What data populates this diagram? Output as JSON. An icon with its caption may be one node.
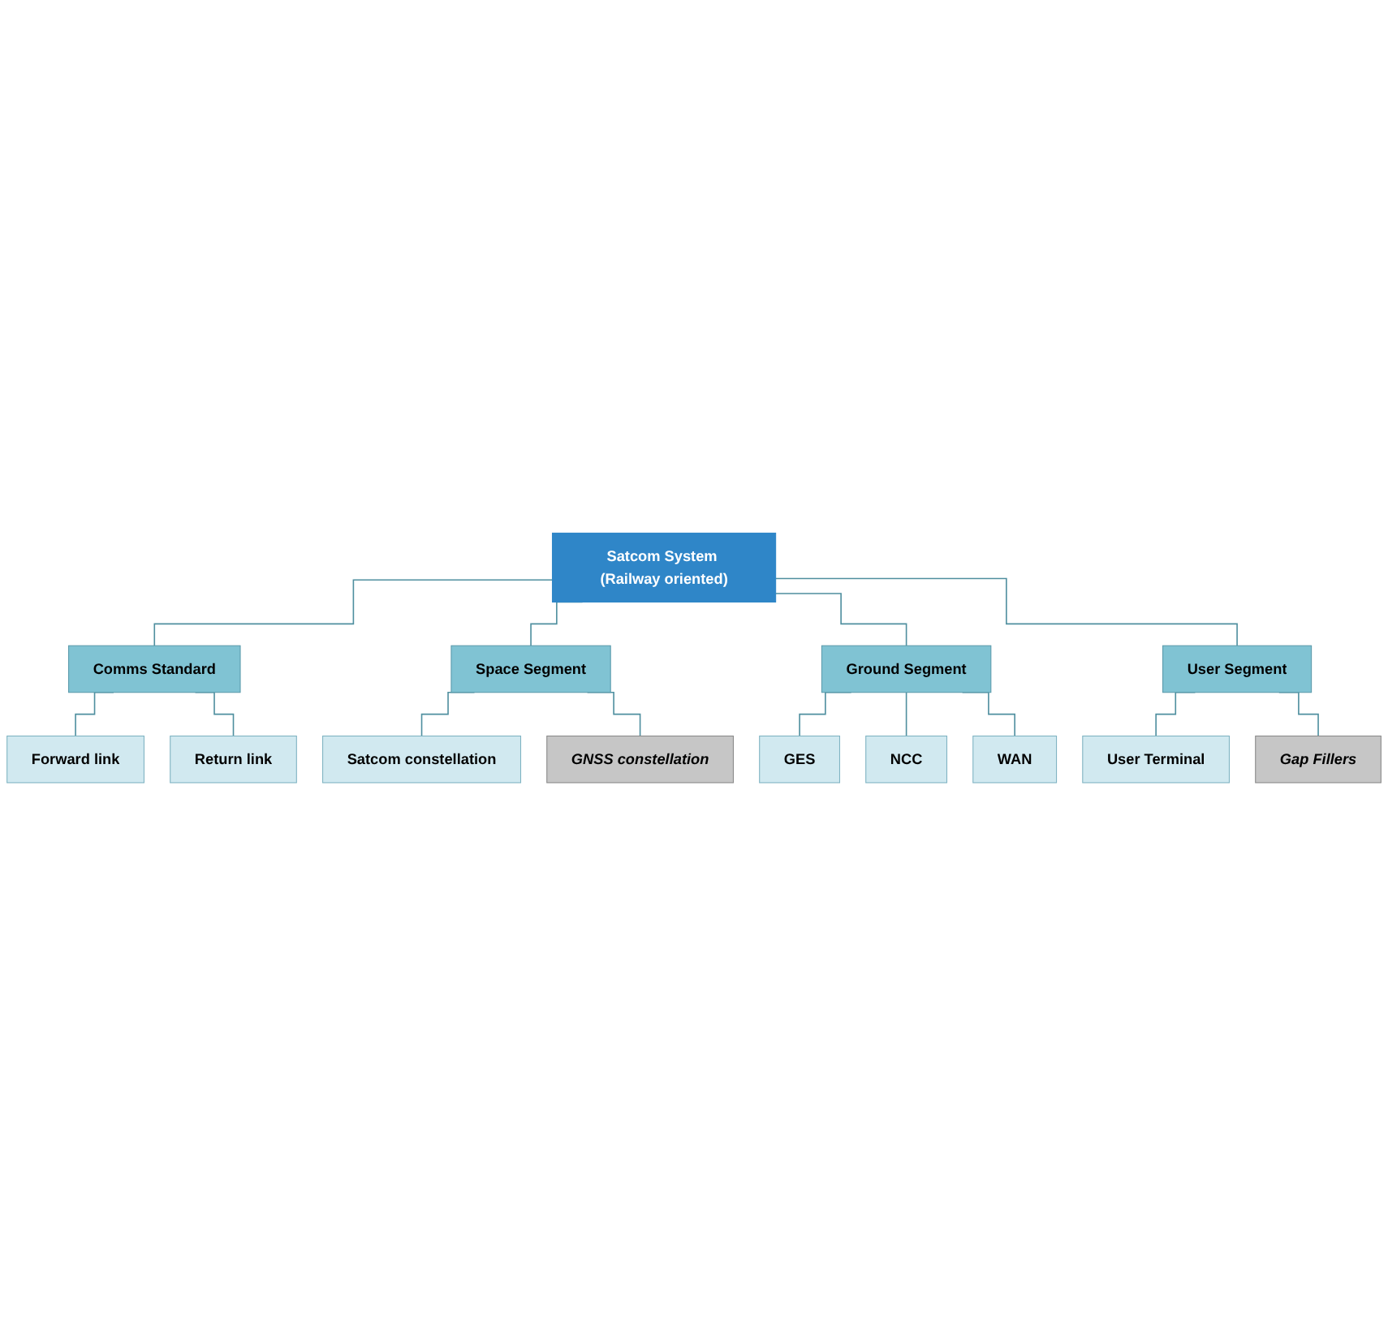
{
  "diagram": {
    "nodes": [
      {
        "text": [
          "Satcom System (Railway oriented)"
        ]
      },
      {
        "text": [
          "Comms Standard"
        ]
      },
      {
        "text": [
          "Forward link"
        ]
      },
      {
        "text": [
          "Return link"
        ]
      },
      {
        "text": [
          "Space Segment"
        ]
      },
      {
        "text": [
          "Ground Segment"
        ]
      },
      {
        "text": [
          "User Segment"
        ]
      },
      {
        "text": [
          "Satcom constellation"
        ]
      },
      {
        "text": [
          "GNSS constellation"
        ]
      },
      {
        "text": [
          "GES"
        ]
      },
      {
        "text": [
          "NCC"
        ]
      },
      {
        "text": [
          "WAN"
        ]
      },
      {
        "text": [
          "User Terminal"
        ]
      },
      {
        "text": [
          "Gap Fillers"
        ]
      }
    ],
    "edges": [
      {
        "from": 0,
        "to": 1,
        "arrow": "none"
      },
      {
        "from": 1,
        "to": 2,
        "arrow": "none"
      },
      {
        "from": 1,
        "to": 3,
        "arrow": "none"
      },
      {
        "from": 0,
        "to": 4,
        "arrow": "none"
      },
      {
        "from": 0,
        "to": 5,
        "arrow": "none"
      },
      {
        "from": 0,
        "to": 6,
        "arrow": "none"
      },
      {
        "from": 4,
        "to": 7,
        "arrow": "none"
      },
      {
        "from": 4,
        "to": 8,
        "arrow": "none"
      },
      {
        "from": 5,
        "to": 9,
        "arrow": "none"
      },
      {
        "from": 5,
        "to": 10,
        "arrow": "none"
      },
      {
        "from": 5,
        "to": 11,
        "arrow": "none"
      },
      {
        "from": 6,
        "to": 12,
        "arrow": "none"
      },
      {
        "from": 6,
        "to": 13,
        "arrow": "none"
      }
    ]
  }
}
